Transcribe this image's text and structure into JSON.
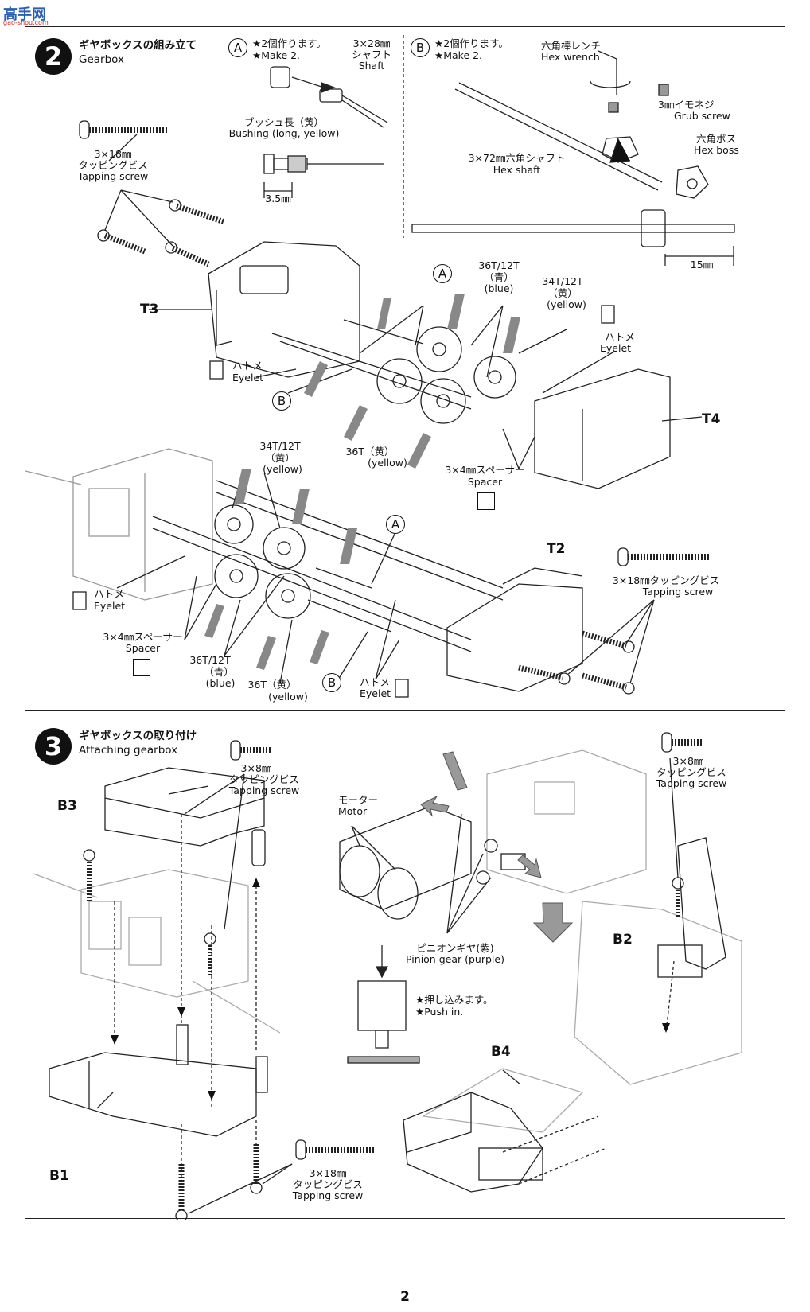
{
  "watermark": {
    "site": "高手网",
    "url": "gao-shou.com"
  },
  "page_number": "2",
  "step2": {
    "number": "2",
    "title_jp": "ギヤボックスの組み立て",
    "title_en": "Gearbox",
    "A": {
      "mark": "A",
      "note_jp": "★2個作ります。",
      "note_en": "★Make 2.",
      "shaft_jp1": "3×28㎜",
      "shaft_jp2": "シャフト",
      "shaft_en": "Shaft",
      "bushing_jp": "ブッシュ長（黄）",
      "bushing_en": "Bushing (long, yellow)",
      "dim": "3.5㎜"
    },
    "B": {
      "mark": "B",
      "note_jp": "★2個作ります。",
      "note_en": "★Make 2.",
      "wrench_jp": "六角棒レンチ",
      "wrench_en": "Hex wrench",
      "grub_jp": "3㎜イモネジ",
      "grub_en": "Grub screw",
      "boss_jp": "六角ボス",
      "boss_en": "Hex boss",
      "hexshaft_jp": "3×72㎜六角シャフト",
      "hexshaft_en": "Hex shaft",
      "dim": "15㎜"
    },
    "screw_top": {
      "jp1": "3×18㎜",
      "jp2": "タッピングビス",
      "en": "Tapping screw"
    },
    "parts": {
      "T3": "T3",
      "T4": "T4",
      "T2": "T2"
    },
    "gear_36_12_blue": {
      "jp": "36T/12T",
      "col_jp": "（青）",
      "col_en": "(blue)"
    },
    "gear_34_12_yellow": {
      "jp": "34T/12T",
      "col_jp": "（黄）",
      "col_en": "(yellow)"
    },
    "gear_36_yellow": {
      "jp": "36T（黄）",
      "col_en": "(yellow)"
    },
    "eyelet": {
      "jp": "ハトメ",
      "en": "Eyelet"
    },
    "spacer": {
      "jp": "3×4㎜スペーサー",
      "en": "Spacer"
    },
    "screw_right": {
      "jp": "3×18㎜タッピングビス",
      "en": "Tapping screw"
    },
    "mark_A": "A",
    "mark_B": "B"
  },
  "step3": {
    "number": "3",
    "title_jp": "ギヤボックスの取り付け",
    "title_en": "Attaching gearbox",
    "screw_8_left": {
      "jp1": "3×8㎜",
      "jp2": "タッピングビス",
      "en": "Tapping screw"
    },
    "screw_8_right": {
      "jp1": "3×8㎜",
      "jp2": "タッピングビス",
      "en": "Tapping screw"
    },
    "screw_18": {
      "jp1": "3×18㎜",
      "jp2": "タッピングビス",
      "en": "Tapping screw"
    },
    "motor": {
      "jp": "モーター",
      "en": "Motor"
    },
    "pinion": {
      "jp": "ピニオンギヤ(紫)",
      "en": "Pinion gear (purple)"
    },
    "push": {
      "jp": "★押し込みます。",
      "en": "★Push in."
    },
    "parts": {
      "B1": "B1",
      "B2": "B2",
      "B3": "B3",
      "B4": "B4"
    }
  }
}
